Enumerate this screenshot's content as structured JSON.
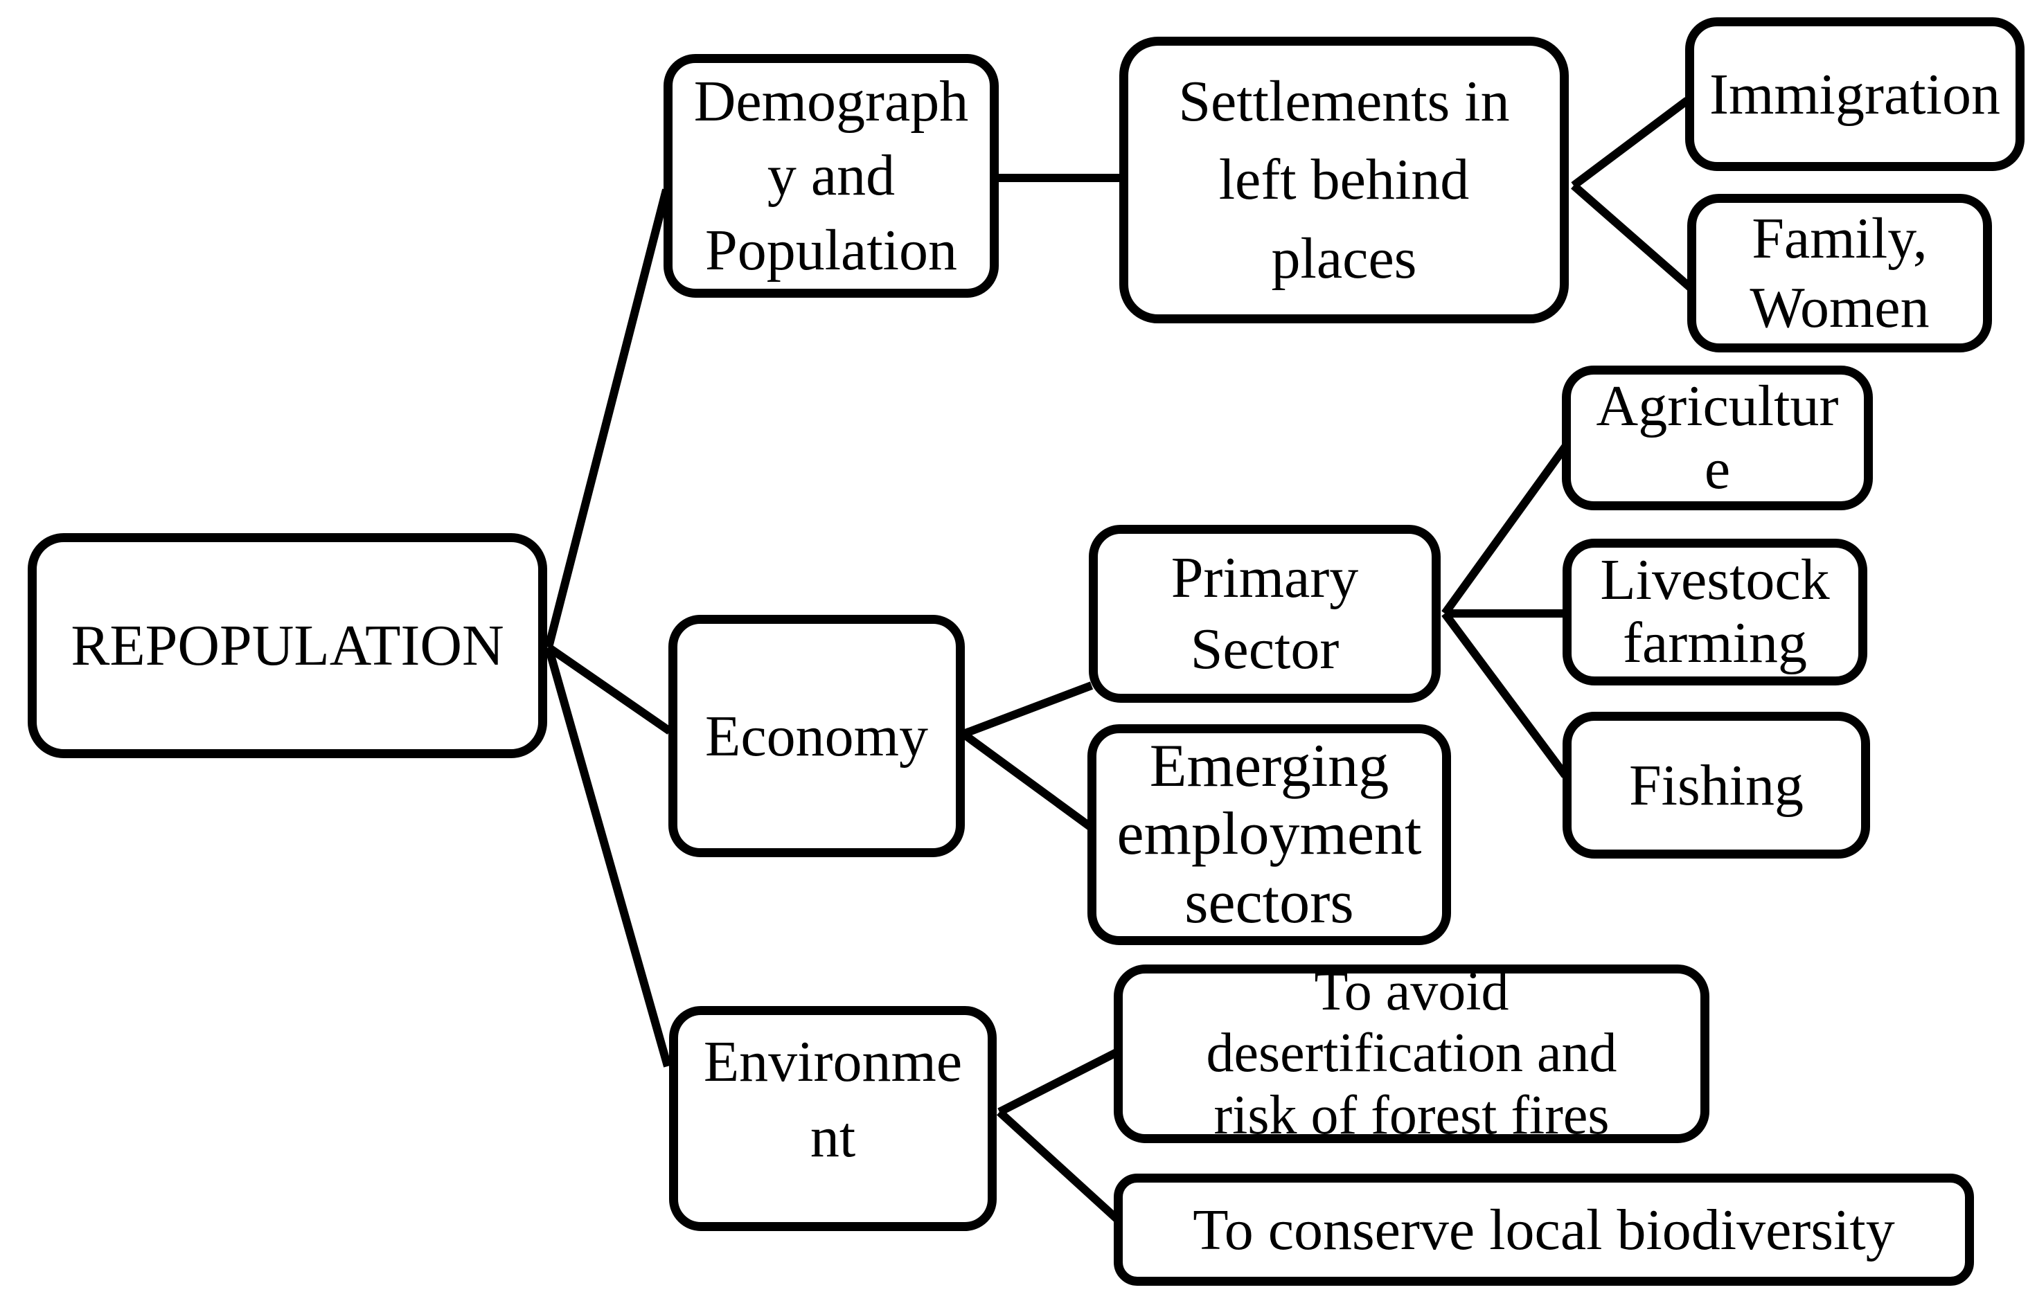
{
  "diagram": {
    "type": "mind-map",
    "background_color": "#ffffff",
    "stroke_color": "#000000",
    "text_color": "#000000",
    "nodes": {
      "root": {
        "label": "REPOPULATION"
      },
      "demography": {
        "label": "Demograph\ny and\nPopulation"
      },
      "settlements": {
        "label": "Settlements in\nleft behind\nplaces"
      },
      "immigration": {
        "label": "Immigration"
      },
      "family": {
        "label": "Family,\nWomen"
      },
      "economy": {
        "label": "Economy"
      },
      "primary": {
        "label": "Primary\nSector"
      },
      "emerging": {
        "label": "Emerging\nemployment\nsectors"
      },
      "agriculture": {
        "label": "Agricultur\ne"
      },
      "livestock": {
        "label": "Livestock\nfarming"
      },
      "fishing": {
        "label": "Fishing"
      },
      "environment": {
        "label": "Environme\nnt"
      },
      "avoid": {
        "label": "To avoid\ndesertification and\nrisk of forest fires"
      },
      "conserve": {
        "label": "To conserve local biodiversity"
      }
    },
    "edges": [
      {
        "from": "root",
        "to": "demography"
      },
      {
        "from": "root",
        "to": "economy"
      },
      {
        "from": "root",
        "to": "environment"
      },
      {
        "from": "demography",
        "to": "settlements"
      },
      {
        "from": "settlements",
        "to": "immigration"
      },
      {
        "from": "settlements",
        "to": "family"
      },
      {
        "from": "economy",
        "to": "primary"
      },
      {
        "from": "economy",
        "to": "emerging"
      },
      {
        "from": "primary",
        "to": "agriculture"
      },
      {
        "from": "primary",
        "to": "livestock"
      },
      {
        "from": "primary",
        "to": "fishing"
      },
      {
        "from": "environment",
        "to": "avoid"
      },
      {
        "from": "environment",
        "to": "conserve"
      }
    ]
  }
}
